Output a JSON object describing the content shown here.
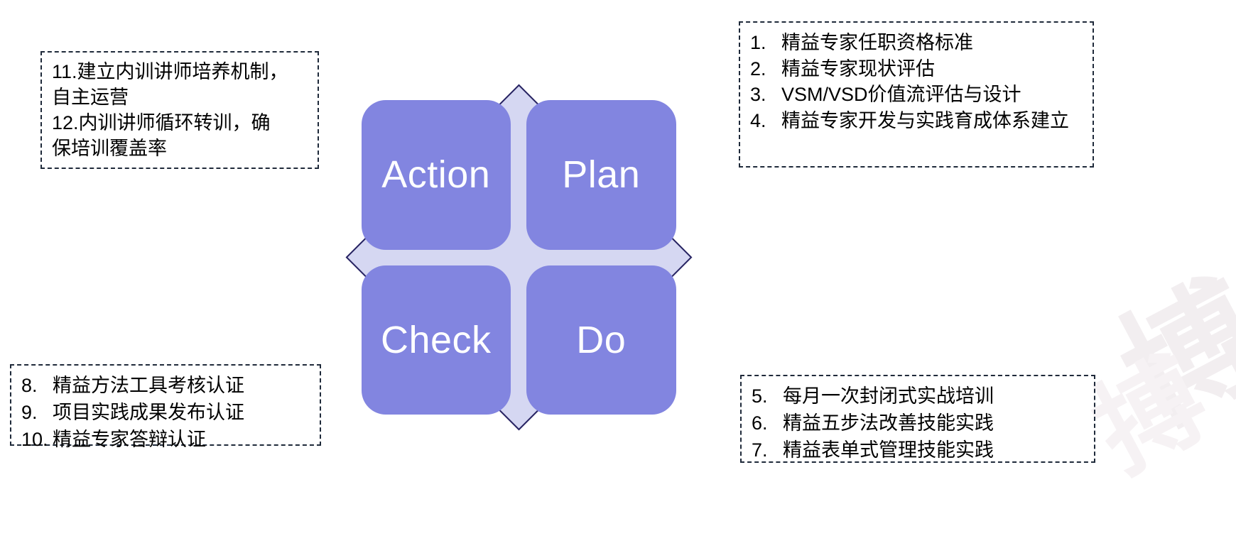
{
  "diagram": {
    "type": "pdca-cycle",
    "colors": {
      "quadrant_fill": "#8285E0",
      "quadrant_text": "#FFFFFF",
      "diamond_fill": "#D5D7F2",
      "diamond_outline": "#262261",
      "note_border": "#1F2A3A",
      "note_text": "#000000",
      "watermark": "#F2EEF0"
    },
    "quadrants": [
      {
        "key": "action",
        "label": "Action"
      },
      {
        "key": "plan",
        "label": "Plan"
      },
      {
        "key": "check",
        "label": "Check"
      },
      {
        "key": "do",
        "label": "Do"
      }
    ]
  },
  "notes": {
    "action": {
      "line1": "11.建立内训讲师培养机制，",
      "line2": "自主运营",
      "line3": "12.内训讲师循环转训，确",
      "line4": "保培训覆盖率"
    },
    "plan": {
      "items": [
        {
          "num": "1.",
          "text": "精益专家任职资格标准"
        },
        {
          "num": "2.",
          "text": "精益专家现状评估"
        },
        {
          "num": "3.",
          "text": "VSM/VSD价值流评估与设计"
        },
        {
          "num": "4.",
          "text": "精益专家开发与实践育成体系建立"
        }
      ]
    },
    "do": {
      "items": [
        {
          "num": "5.",
          "text": "每月一次封闭式实战培训"
        },
        {
          "num": "6.",
          "text": "精益五步法改善技能实践"
        },
        {
          "num": "7.",
          "text": "精益表单式管理技能实践"
        }
      ]
    },
    "check": {
      "items": [
        {
          "num": "8.",
          "text": "精益方法工具考核认证"
        },
        {
          "num": "9.",
          "text": "项目实践成果发布认证"
        },
        {
          "num": "10.",
          "text": "精益专家答辩认证"
        }
      ]
    }
  },
  "watermark": {
    "text_main": "博",
    "text_sub": "搏"
  }
}
